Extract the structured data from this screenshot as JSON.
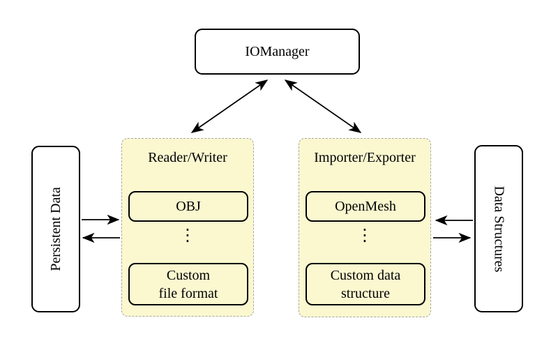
{
  "colors": {
    "background": "#FFFFFF",
    "group-fill": "#FBF8D0",
    "group-border": "#A6A6A6",
    "box-border": "#000000",
    "arrow": "#000000"
  },
  "nodes": {
    "io_manager": {
      "label": "IOManager"
    },
    "persistent_data": {
      "label": "Persistent Data"
    },
    "data_structures": {
      "label": "Data Structures"
    },
    "reader_writer": {
      "title": "Reader/Writer",
      "top_item": "OBJ",
      "bottom_item": "Custom\nfile format"
    },
    "importer_exporter": {
      "title": "Importer/Exporter",
      "top_item": "OpenMesh",
      "bottom_item": "Custom data\nstructure"
    }
  },
  "icons": {
    "vertical_ellipsis": "⋮"
  }
}
